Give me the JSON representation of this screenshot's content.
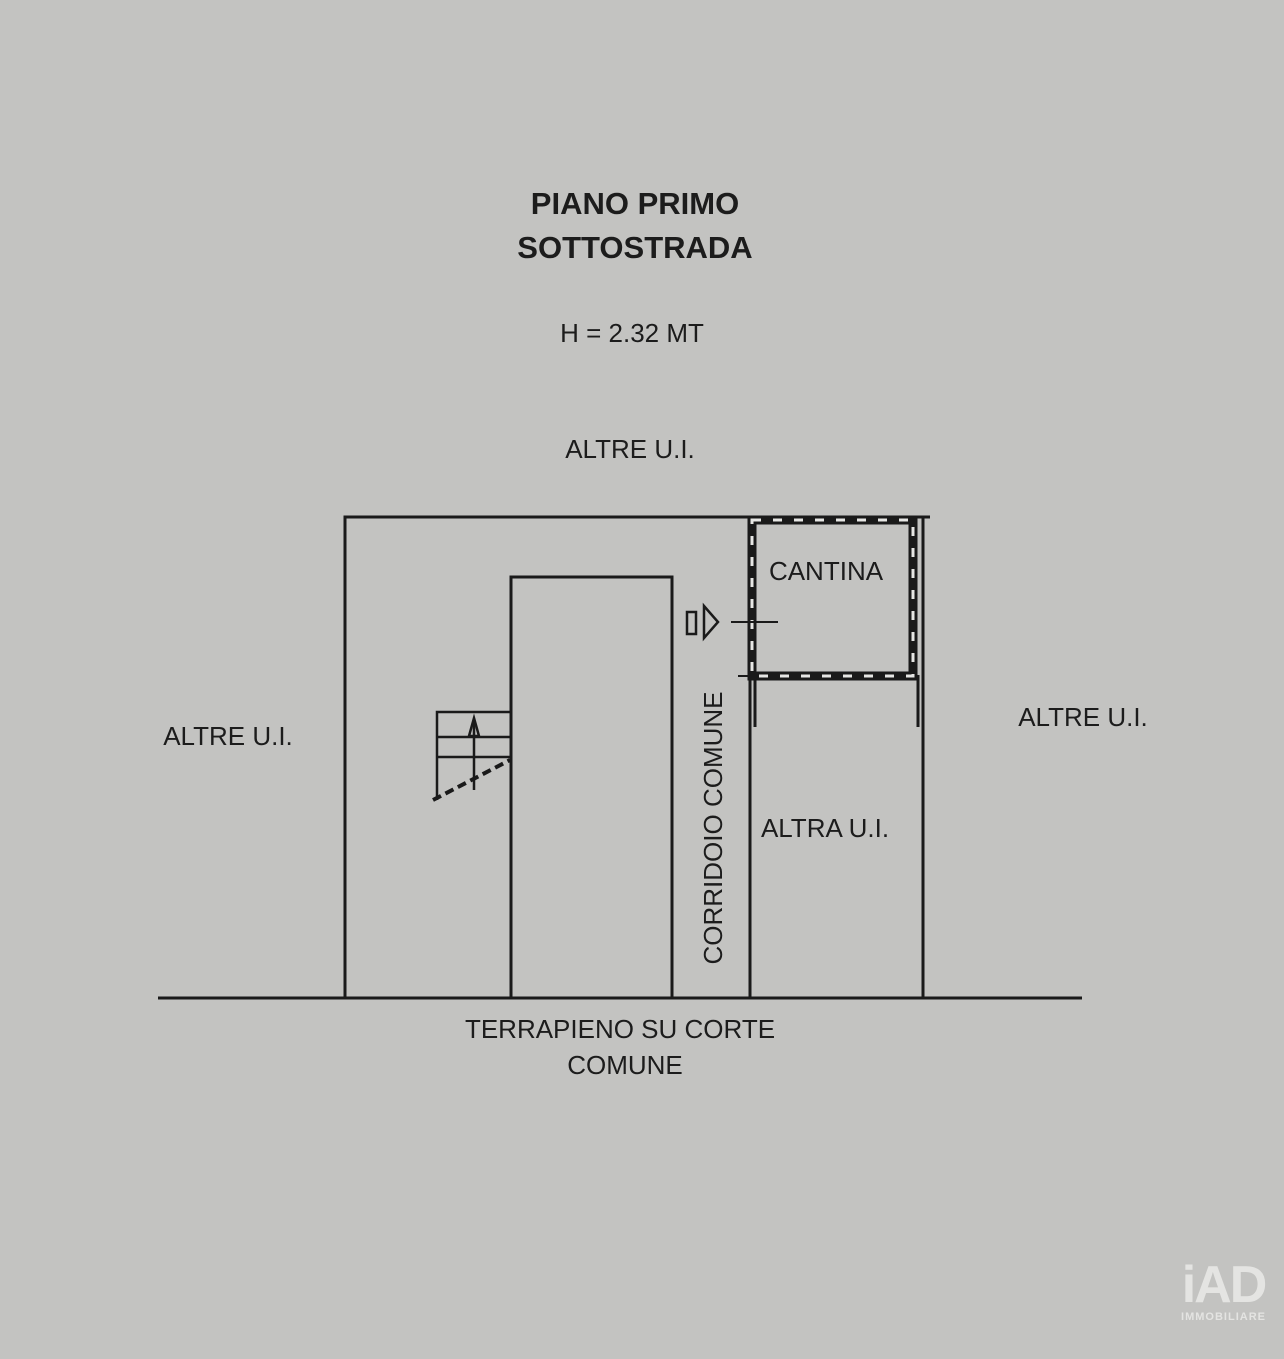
{
  "title": {
    "line1": "PIANO PRIMO",
    "line2": "SOTTOSTRADA"
  },
  "height_label": "H = 2.32 MT",
  "labels": {
    "top": "ALTRE U.I.",
    "left": "ALTRE U.I.",
    "right": "ALTRE U.I.",
    "cantina": "CANTINA",
    "altra": "ALTRA U.I.",
    "corridor": "CORRIDOIO COMUNE",
    "bottom_line1": "TERRAPIENO SU CORTE",
    "bottom_line2": "COMUNE"
  },
  "logo": {
    "brand": "iAD",
    "sub": "IMMOBILIARE"
  },
  "colors": {
    "background": "#c3c3c1",
    "ink": "#1a1a1a",
    "logo": "#e4e4e2"
  }
}
